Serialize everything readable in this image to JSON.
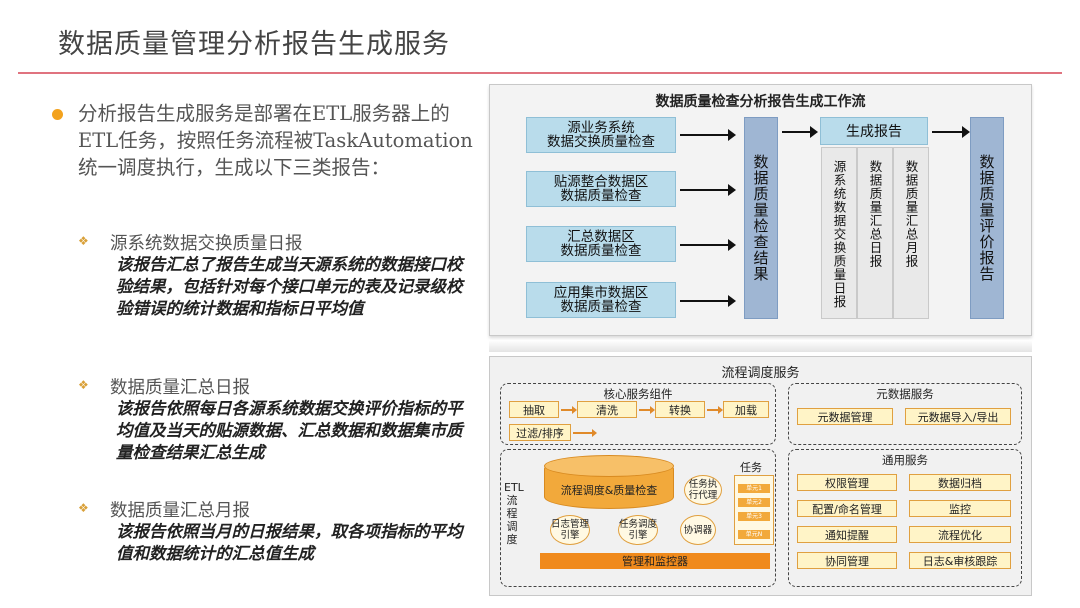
{
  "page": {
    "title": "数据质量管理分析报告生成服务"
  },
  "left": {
    "main_bullet": "分析报告生成服务是部署在ETL服务器上的ETL任务，按照任务流程被TaskAutomation统一调度执行，生成以下三类报告：",
    "items": [
      {
        "mark": "❖",
        "title": "源系统数据交换质量日报",
        "desc": "该报告汇总了报告生成当天源系统的数据接口校验结果，包括针对每个接口单元的表及记录级校验错误的统计数据和指标日平均值"
      },
      {
        "mark": "❖",
        "title": "数据质量汇总日报",
        "desc": "该报告依照每日各源系统数据交换评价指标的平均值及当天的贴源数据、汇总数据和数据集市质量检查结果汇总生成"
      },
      {
        "mark": "❖",
        "title": "数据质量汇总月报",
        "desc": "该报告依照当月的日报结果，取各项指标的平均值和数据统计的汇总值生成"
      }
    ]
  },
  "workflow": {
    "title": "数据质量检查分析报告生成工作流",
    "sources": [
      {
        "line1": "源业务系统",
        "line2": "数据交换质量检查"
      },
      {
        "line1": "贴源整合数据区",
        "line2": "数据质量检查"
      },
      {
        "line1": "汇总数据区",
        "line2": "数据质量检查"
      },
      {
        "line1": "应用集市数据区",
        "line2": "数据质量检查"
      }
    ],
    "result_column": "数据质量检查结果",
    "report_header": "生成报告",
    "reports": [
      "源系统数据交换质量日报",
      "数据质量汇总日报",
      "数据质量汇总月报"
    ],
    "final_column": "数据质量评价报告"
  },
  "service": {
    "title": "流程调度服务",
    "core": {
      "label": "核心服务组件",
      "steps": [
        "抽取",
        "清洗",
        "转换",
        "加载"
      ],
      "filter": "过滤/排序"
    },
    "metadata": {
      "label": "元数据服务",
      "items": [
        "元数据管理",
        "元数据导入/导出"
      ]
    },
    "etl": {
      "vertical_label": "ETL流程调度",
      "engine": "流程调度&质量检查",
      "task_agent": "任务执行代理",
      "log_engine": "日志管理引擎",
      "task_engine": "任务调度引擎",
      "coordinator": "协调器",
      "task_label": "任务",
      "units": [
        "单元1",
        "单元2",
        "单元3",
        "单元N"
      ],
      "manager": "管理和监控器"
    },
    "common": {
      "label": "通用服务",
      "items": [
        "权限管理",
        "数据归档",
        "配置/命名管理",
        "监控",
        "通知提醒",
        "流程优化",
        "协同管理",
        "日志&审核跟踪"
      ]
    }
  }
}
